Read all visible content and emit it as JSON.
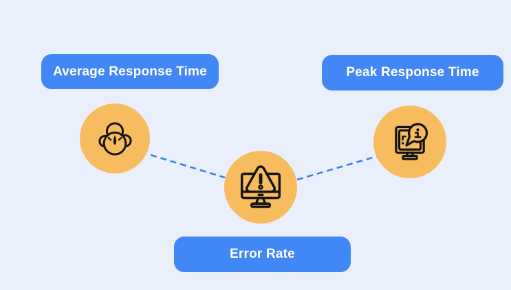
{
  "diagram": {
    "description": "Three performance metrics connected by dashed lines"
  },
  "colors": {
    "background": "#EAF0FB",
    "button_blue": "#4187F5",
    "circle_orange": "#F7BC5E",
    "connector_blue": "#3D7DE9",
    "icon_stroke": "#141414",
    "label_text": "#FFFFFF"
  },
  "nodes": [
    {
      "id": "average-response-time",
      "label": "Average Response Time",
      "icon": "cloud-speedometer-icon"
    },
    {
      "id": "error-rate",
      "label": "Error Rate",
      "icon": "monitor-warning-icon"
    },
    {
      "id": "peak-response-time",
      "label": "Peak Response Time",
      "icon": "monitor-info-speech-bubble-icon"
    }
  ],
  "connectors": [
    {
      "from": "average-response-time",
      "to": "error-rate",
      "style": "dashed"
    },
    {
      "from": "error-rate",
      "to": "peak-response-time",
      "style": "dashed"
    }
  ]
}
